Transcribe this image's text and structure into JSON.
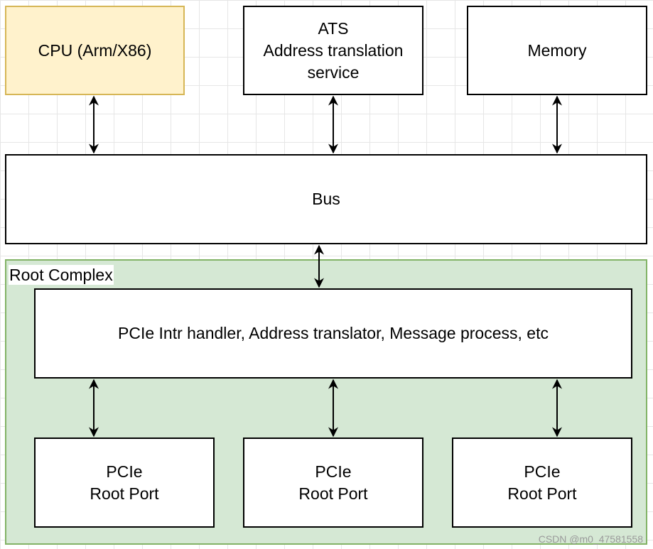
{
  "boxes": {
    "cpu": "CPU (Arm/X86)",
    "ats": [
      "ATS",
      "Address translation",
      "service"
    ],
    "memory": "Memory",
    "bus": "Bus",
    "root_complex_label": "Root Complex",
    "handler": "PCIe Intr handler, Address translator, Message process, etc",
    "ports": [
      [
        "PCIe",
        "Root Port"
      ],
      [
        "PCIe",
        "Root Port"
      ],
      [
        "PCIe",
        "Root Port"
      ]
    ]
  },
  "colors": {
    "cpu_fill": "#fff2cc",
    "cpu_border": "#d6b656",
    "root_complex_fill": "#d5e8d4",
    "root_complex_border": "#82b366"
  },
  "watermark": "CSDN @m0_47581558"
}
